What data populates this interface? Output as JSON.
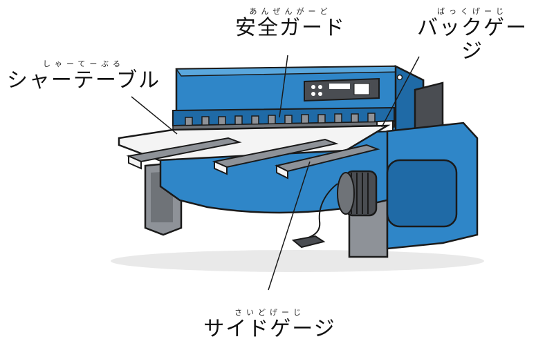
{
  "labels": {
    "safety_guard": {
      "ruby": "あんぜんがーど",
      "text": "安全ガード"
    },
    "back_gauge": {
      "ruby": "ばっくげーじ",
      "text": "バックゲージ"
    },
    "shear_table": {
      "ruby": "しゃーてーぶる",
      "text": "シャーテーブル"
    },
    "side_gauge": {
      "ruby": "さいどげーじ",
      "text": "サイドゲージ"
    }
  },
  "colors": {
    "machine_blue": "#2f86c8",
    "machine_blue_dark": "#1f6aa6",
    "steel_grey": "#8e9298",
    "table_white": "#f4f4f4",
    "panel_dark": "#4a4d52",
    "outline": "#1a1a1a"
  }
}
